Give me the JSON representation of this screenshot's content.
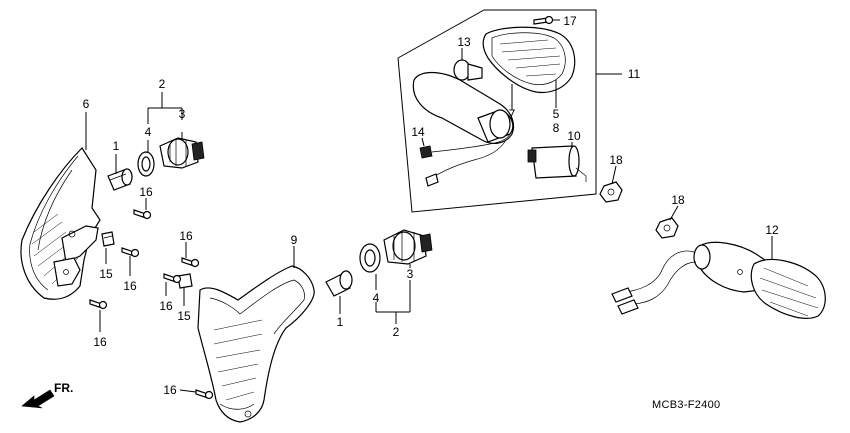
{
  "diagram": {
    "callouts": {
      "c1a": "1",
      "c1b": "1",
      "c2a": "2",
      "c2b": "2",
      "c3a": "3",
      "c3b": "3",
      "c4a": "4",
      "c4b": "4",
      "c5": "5",
      "c6": "6",
      "c7": "7",
      "c8": "8",
      "c9": "9",
      "c10": "10",
      "c11": "11",
      "c12": "12",
      "c13": "13",
      "c14": "14",
      "c15a": "15",
      "c15b": "15",
      "c16a": "16",
      "c16b": "16",
      "c16c": "16",
      "c16d": "16",
      "c16e": "16",
      "c16f": "16",
      "c17": "17",
      "c18a": "18",
      "c18b": "18"
    },
    "front_label": "FR.",
    "diagram_code": "MCB3-F2400"
  }
}
